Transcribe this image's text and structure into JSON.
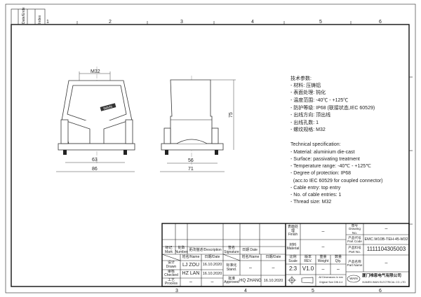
{
  "frame": {
    "zone_numbers_top": [
      "1",
      "2",
      "3",
      "4",
      "5",
      "6"
    ],
    "zone_numbers_bottom": [
      "3",
      "4",
      "5",
      "6"
    ],
    "side_strip": [
      "Date/Ende",
      "Index"
    ]
  },
  "dimensions": {
    "thread": "M32",
    "front_inner": "63",
    "front_outer": "86",
    "side_inner": "56",
    "side_outer": "71",
    "height": "75",
    "logo_on_part": "WAIN"
  },
  "tech_cn": {
    "title": "技术参数:",
    "lines": [
      "- 材料: 压铸铝",
      "- 表面处理: 钝化",
      "- 温度范围: -40℃ - +125℃",
      "- 防护等级: IP68 (联接状态,IEC 60529)",
      "- 出线方向: 顶出线",
      "- 出线孔数: 1",
      "- 螺纹规格: M32"
    ]
  },
  "tech_en": {
    "title": "Technical specification:",
    "lines": [
      "- Material: aluminium die-cast",
      "- Surface: passivating treatment",
      "- Temperature range: -40℃ - +125℃",
      "- Degree of protection: IP68",
      "  (acc.to IEC 60529 for coupled connector)",
      "- Cable entry: top entry",
      "- No. of cable entries: 1",
      "- Thread size: M32"
    ]
  },
  "title_block": {
    "mark": "标记 Mark",
    "number": "处数 Number",
    "description": "更改描述/Description",
    "signature": "签名 Signature",
    "date": "日期 Date",
    "name_col": "姓名/Name",
    "date_col": "日期/Date",
    "drawn": "设计 Drawn",
    "checked": "审核 Checked",
    "process": "工艺 Process",
    "stand": "标准化 Stand.",
    "approved": "批准 Approved",
    "drawn_name": "LJ ZOU",
    "drawn_date": "16.10.2020",
    "checked_name": "HZ LAN",
    "checked_date": "16.10.2020",
    "process_name": "–",
    "process_date": "–",
    "stand_name": "–",
    "stand_date": "–",
    "approved_name": "HQ ZHANG",
    "approved_date": "16.10.2020",
    "finish_label": "表面处理 Finish",
    "finish_value": "–",
    "material_label": "材料 Material",
    "material_value": "–",
    "scale_label": "比例 Scale",
    "rev_label": "版本 REV.",
    "weight_label": "重量 Weight",
    "qty_label": "数量 Qty.",
    "scale_value": "2:3",
    "rev_value": "V1.0",
    "weight_value": "–",
    "qty_value": "–",
    "dims_note_1": "All Dimensions in mm",
    "dims_note_2": "Original Size DIN A 4",
    "drawing_no_label": "图号 Drawing No.",
    "drawing_no_value": "–",
    "part_code_label": "产品代号 Part Code",
    "part_code_value": "EMC.W10B-TEH-45-M32",
    "part_no_label": "产品料号 Part No.",
    "part_no_value": "1111104305003",
    "part_name_label": "产品名称 Part Name",
    "part_name_value": "–",
    "company_logo": "WAIN",
    "company_cn": "厦门唯恩电气有限公司",
    "company_en": "XIAMEN WAIN ELECTRICAL CO.,LTD"
  }
}
